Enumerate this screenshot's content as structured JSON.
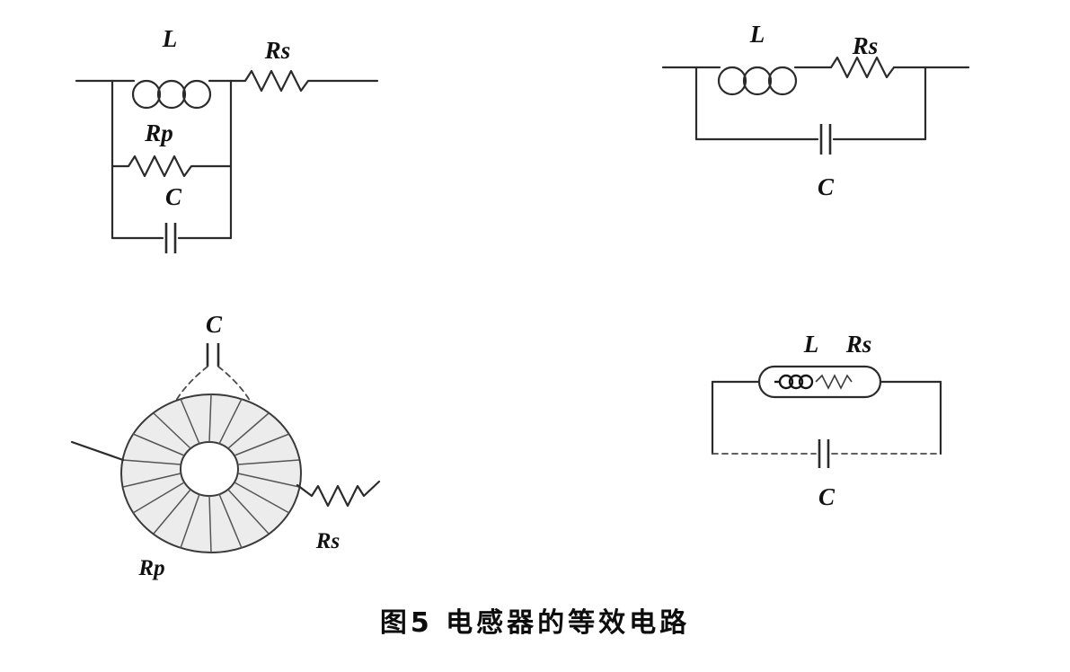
{
  "figure": {
    "caption": "图5  电感器的等效电路"
  },
  "top_left_circuit": {
    "description": "parallel equivalent model with L, Rp, C branches and series Rs",
    "inductor_label": "L",
    "series_resistor_label": "Rs",
    "parallel_resistor_label": "Rp",
    "capacitor_label": "C"
  },
  "top_right_circuit": {
    "description": "series L-Rs with parallel capacitance C",
    "inductor_label": "L",
    "series_resistor_label": "Rs",
    "capacitor_label": "C"
  },
  "bottom_left_circuit": {
    "description": "physical toroidal inductor with parasitic C, winding resistance Rs, core loss Rp",
    "capacitor_label": "C",
    "series_resistor_label": "Rs",
    "parallel_resistor_label": "Rp"
  },
  "bottom_right_circuit": {
    "description": "packaged component containing L and Rs with dashed parasitic capacitance C",
    "inductor_label": "L",
    "series_resistor_label": "Rs",
    "capacitor_label": "C"
  }
}
